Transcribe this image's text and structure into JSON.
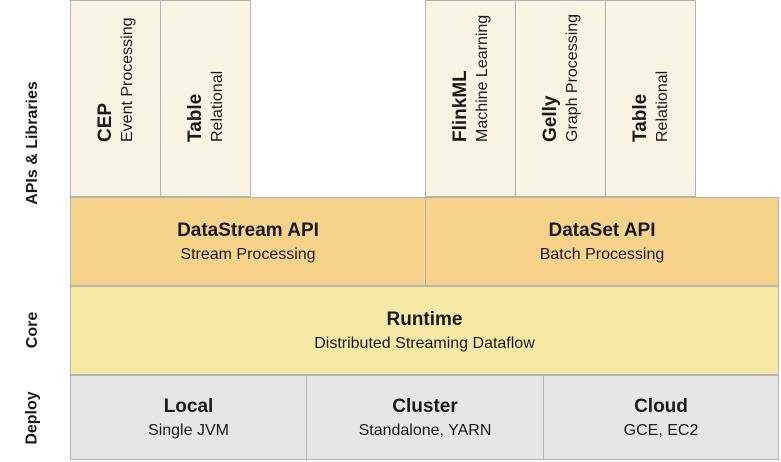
{
  "layers": {
    "apis": "APIs & Libraries",
    "core": "Core",
    "deploy": "Deploy"
  },
  "libraries": {
    "stream": [
      {
        "name": "CEP",
        "desc": "Event Processing"
      },
      {
        "name": "Table",
        "desc": "Relational"
      }
    ],
    "batch": [
      {
        "name": "FlinkML",
        "desc": "Machine Learning"
      },
      {
        "name": "Gelly",
        "desc": "Graph Processing"
      },
      {
        "name": "Table",
        "desc": "Relational"
      }
    ]
  },
  "apis": {
    "datastream": {
      "title": "DataStream API",
      "subtitle": "Stream Processing"
    },
    "dataset": {
      "title": "DataSet API",
      "subtitle": "Batch Processing"
    }
  },
  "runtime": {
    "title": "Runtime",
    "subtitle": "Distributed Streaming Dataflow"
  },
  "deploy": [
    {
      "title": "Local",
      "subtitle": "Single JVM"
    },
    {
      "title": "Cluster",
      "subtitle": "Standalone, YARN"
    },
    {
      "title": "Cloud",
      "subtitle": "GCE, EC2"
    }
  ],
  "colors": {
    "library": "#fbf3e3",
    "api": "#f7d28a",
    "runtime": "#f6e9a5",
    "deploy": "#e6e6e6"
  }
}
